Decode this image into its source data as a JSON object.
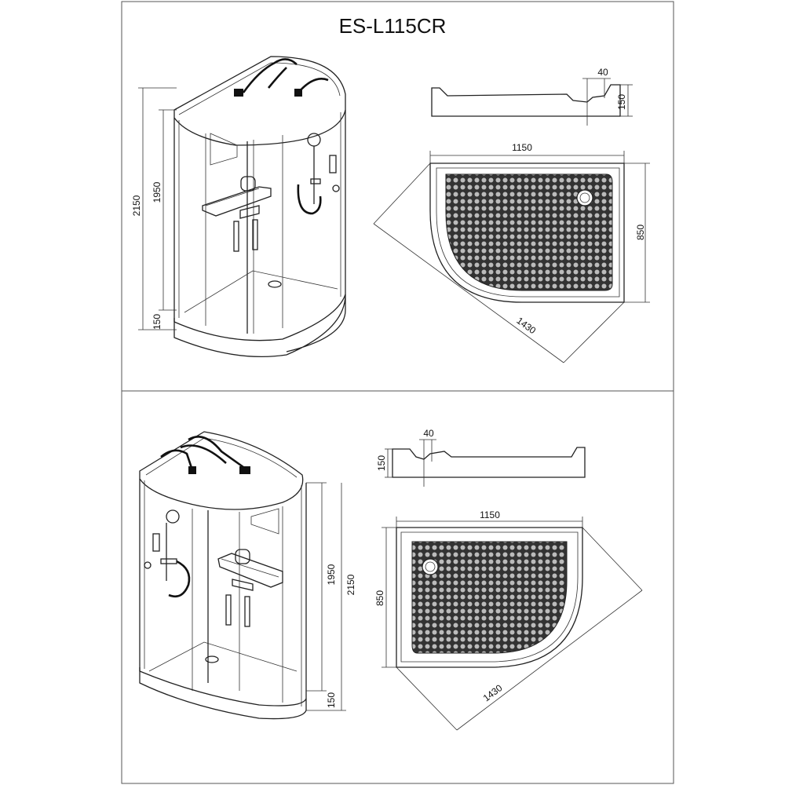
{
  "title": "ES-L115CR",
  "dimensions": {
    "total_height": "2150",
    "cabin_height": "1950",
    "tray_height": "150",
    "tray_depth_profile": "150",
    "drain_offset": "40",
    "width": "1150",
    "depth": "850",
    "diagonal": "1430"
  },
  "colors": {
    "line": "#222222",
    "background": "#ffffff",
    "frame": "#555555"
  }
}
